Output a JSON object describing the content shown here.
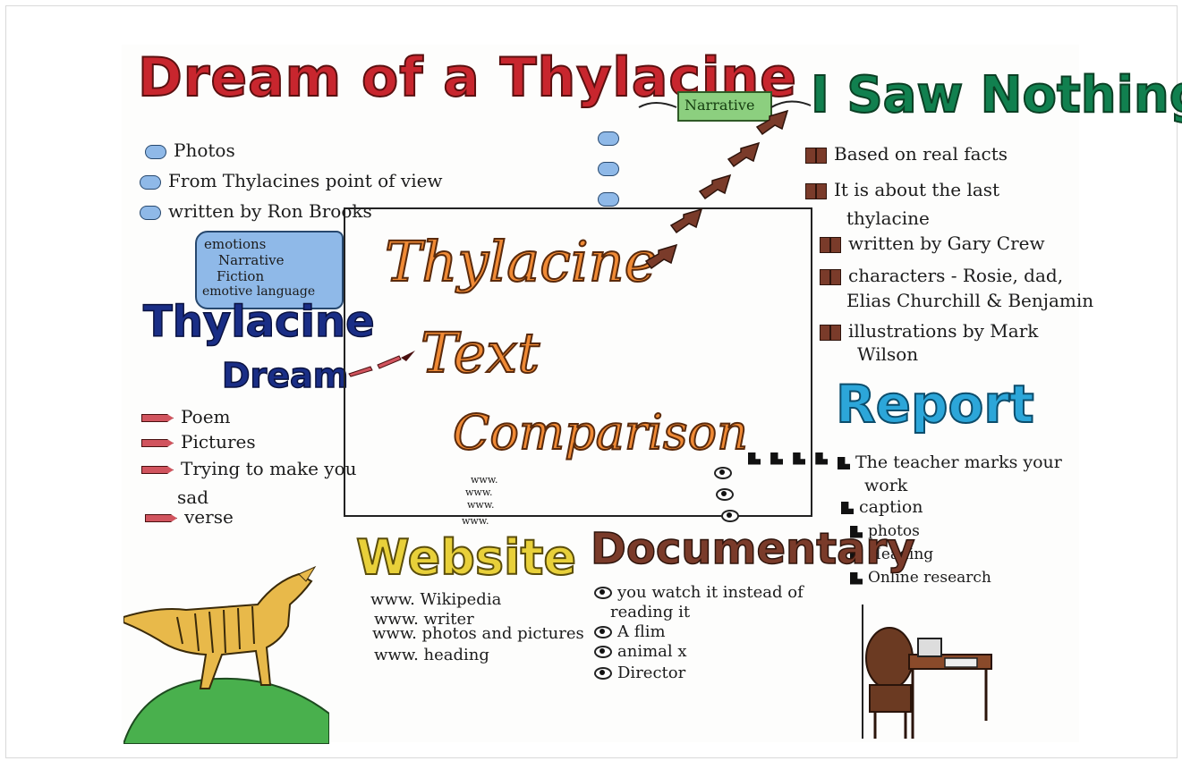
{
  "titles": {
    "dream": "Dream of a Thylacine",
    "saw_nothing": "I Saw Nothing",
    "thylacine_dream_1": "Thylacine",
    "thylacine_dream_2": "Dream",
    "report": "Report",
    "website": "Website",
    "documentary": "Documentary",
    "center_1": "Thylacine",
    "center_2": "Text",
    "center_3": "Comparison"
  },
  "tag": {
    "narrative": "Narrative"
  },
  "dream_items": [
    "Photos",
    "From Thylacines point of view",
    "written by Ron Brooks"
  ],
  "bubble_items": [
    "emotions",
    "Narrative",
    "Fiction",
    "emotive language"
  ],
  "saw_items": [
    "Based on real facts",
    "It is about the last",
    "thylacine",
    "written by Gary Crew",
    "characters - Rosie, dad,",
    "Elias Churchill & Benjamin",
    "illustrations by Mark",
    "Wilson"
  ],
  "thylacine_dream_items": [
    "Poem",
    "Pictures",
    "Trying to make you",
    "sad",
    "verse"
  ],
  "report_items": [
    "The teacher marks your",
    "work",
    "caption",
    "photos",
    "Heading",
    "Online research"
  ],
  "website_items": [
    "www. Wikipedia",
    "www. writer",
    "www. photos and pictures",
    "www. heading"
  ],
  "documentary_items": [
    "you watch it instead of",
    "reading it",
    "A flim",
    "animal x",
    "Director"
  ],
  "www_marks": [
    "www.",
    "www.",
    "www.",
    "www."
  ],
  "colors": {
    "dream": "#c8262e",
    "saw_nothing": "#11804f",
    "thylacine_dream": "#1a2e86",
    "report": "#2ca6d9",
    "website": "#e8d03a",
    "documentary": "#7a3b2a",
    "center": "#f08a35"
  }
}
